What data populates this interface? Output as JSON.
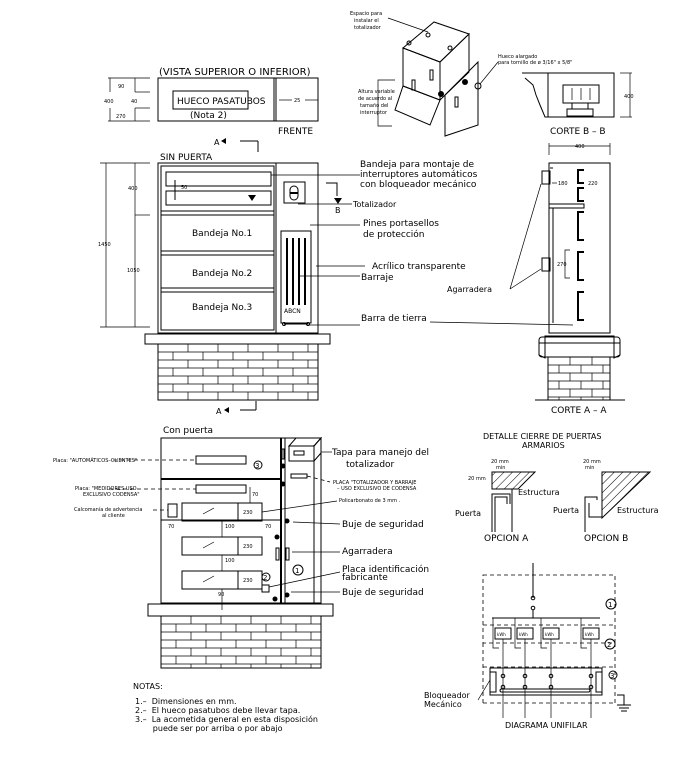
{
  "top_view": {
    "title": "(VISTA SUPERIOR O INFERIOR)",
    "hole_label": "HUECO PASATUBOS",
    "hole_note": "(Nota 2)",
    "front_label": "FRENTE",
    "dims": {
      "d90": "90",
      "d400": "400",
      "d40": "40",
      "d270": "270",
      "d25": "25"
    }
  },
  "section_marker_a": "A",
  "section_marker_b": "B",
  "front_no_door": {
    "title": "SIN PUERTA",
    "dims": {
      "d400": "400",
      "d1450": "1450",
      "d1050": "1050",
      "d50": "50"
    },
    "trays": [
      "Bandeja No.1",
      "Bandeja No.2",
      "Bandeja No.3"
    ],
    "busbar_letters": "ABCN",
    "callouts": {
      "tray_mount": [
        "Bandeja para montaje de",
        "interruptores automáticos",
        "con bloqueador mecánico"
      ],
      "totalizer": "Totalizador",
      "seal_pins": [
        "Pines portasellos",
        "de protección"
      ],
      "acrylic": "Acrílico transparente",
      "busbar": "Barraje",
      "handle": "Agarradera",
      "ground_bar": "Barra de tierra"
    }
  },
  "iso_view": {
    "space_label": [
      "Espacio para",
      "instalar el",
      "totalizador"
    ],
    "slot_label": [
      "Hueco alargado",
      "para tornillo de ø 3/16\" x 5/8\""
    ],
    "height_label": [
      "Altura variable",
      "de acuerdo al",
      "tamaño del",
      "interruptor"
    ]
  },
  "section_bb": {
    "title": "CORTE B – B",
    "dim400": "400"
  },
  "section_aa": {
    "title": "CORTE A – A",
    "dims": {
      "d400": "400",
      "d180": "180",
      "d220": "220",
      "d270": "270"
    }
  },
  "front_with_door": {
    "title": "Con puerta",
    "left_callouts": {
      "plate_auto": "Placa: \"AUTOMÁTICOS–CLIENTES\"",
      "plate_meters": [
        "Placa: \"MEDIDORES USO",
        "EXCLUSIVO CODENSA\""
      ],
      "warning_sticker": [
        "Calcomanía de advertencia",
        "al cliente"
      ]
    },
    "right_callouts": {
      "cover": [
        "Tapa para manejo del",
        "totalizador"
      ],
      "plate_totalizer": [
        "PLACA \"TOTALIZADOR Y BARRAJE",
        "– USO EXCLUSIVO DE CODENSA"
      ],
      "polycarbonate": "Policarbonato de 3 mm .",
      "bushing1": "Buje de seguridad",
      "handle": "Agarradera",
      "id_plate": [
        "Placa identificación",
        "fabricante"
      ],
      "bushing2": "Buje de seguridad"
    },
    "dims": {
      "d70a": "70",
      "d70b": "70",
      "d70c": "70",
      "d100a": "100",
      "d100b": "100",
      "d90": "90",
      "w230a": "230",
      "w230b": "230",
      "w230c": "230"
    },
    "zones": {
      "z1": "1",
      "z2": "2",
      "z3": "3"
    }
  },
  "door_detail": {
    "title": [
      "DETALLE CIERRE DE PUERTAS",
      "ARMARIOS"
    ],
    "min_gap": [
      "20 mm",
      "min"
    ],
    "height": "20 mm",
    "structure": "Estructura",
    "door": "Puerta",
    "option_a": "OPCION A",
    "option_b": "OPCION B"
  },
  "single_line": {
    "title": "DIAGRAMA UNIFILAR",
    "meter_label": "kWh",
    "meter_count": 4,
    "lock_label": [
      "Bloqueador",
      "Mecánico"
    ],
    "zones": [
      "1",
      "2",
      "3"
    ]
  },
  "notes": {
    "title": "NOTAS:",
    "items": [
      "1.–  Dimensiones en mm.",
      "2.–  El hueco pasatubos debe llevar tapa.",
      "3.–  La acometida general en esta disposición",
      "       puede ser por arriba o por abajo"
    ]
  }
}
